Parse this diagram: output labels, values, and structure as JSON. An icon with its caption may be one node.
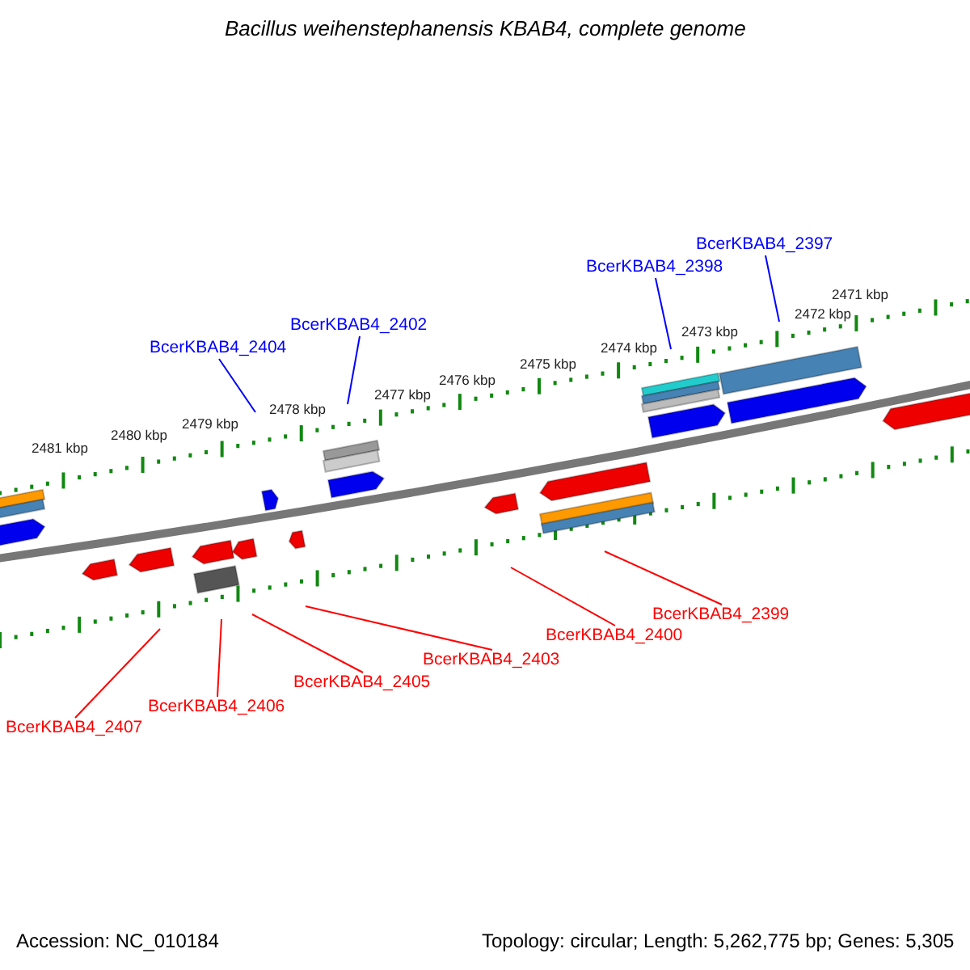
{
  "diagram": {
    "title": "Bacillus weihenstephanensis KBAB4, complete genome",
    "nodes": [
      {
        "text": [
          "BcerKBAB4_2397"
        ]
      },
      {
        "text": [
          "BcerKBAB4_2398"
        ]
      },
      {
        "text": [
          "BcerKBAB4_2402"
        ]
      },
      {
        "text": [
          "BcerKBAB4_2404"
        ]
      },
      {
        "text": [
          "BcerKBAB4_2399"
        ]
      },
      {
        "text": [
          "BcerKBAB4_2400"
        ]
      },
      {
        "text": [
          "BcerKBAB4_2403"
        ]
      },
      {
        "text": [
          "BcerKBAB4_2405"
        ]
      },
      {
        "text": [
          "BcerKBAB4_2406"
        ]
      },
      {
        "text": [
          "BcerKBAB4_2407"
        ]
      }
    ],
    "edges": [
      {
        "from": 0,
        "to": null,
        "arrow": "none",
        "color": "#0000ff"
      },
      {
        "from": 1,
        "to": null,
        "arrow": "none",
        "color": "#0000ff"
      },
      {
        "from": 2,
        "to": null,
        "arrow": "none",
        "color": "#0000ff"
      },
      {
        "from": 3,
        "to": null,
        "arrow": "none",
        "color": "#0000ff"
      },
      {
        "from": 4,
        "to": null,
        "arrow": "none"
      },
      {
        "from": 5,
        "to": null,
        "arrow": "none"
      },
      {
        "from": 6,
        "to": null,
        "arrow": "none"
      },
      {
        "from": 7,
        "to": null,
        "arrow": "none"
      },
      {
        "from": 8,
        "to": null,
        "arrow": "none"
      },
      {
        "from": 9,
        "to": null,
        "arrow": "none"
      }
    ],
    "labels": [
      "2471 kbp",
      "2472 kbp",
      "2473 kbp",
      "2474 kbp",
      "2475 kbp",
      "2476 kbp",
      "2477 kbp",
      "2478 kbp",
      "2479 kbp",
      "2480 kbp",
      "2481 kbp",
      "Accession: NC_010184",
      "Topology: circular; Length: 5,262,775 bp; Genes: 5,305"
    ]
  }
}
